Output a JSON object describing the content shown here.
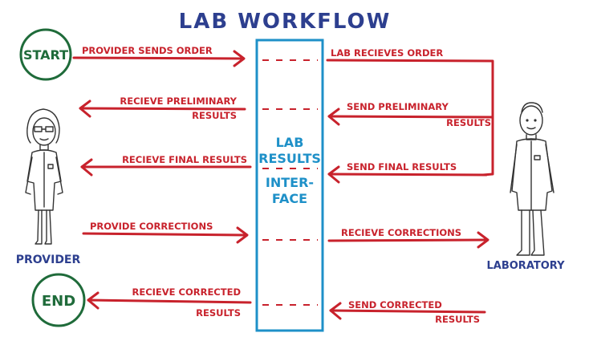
{
  "title": "LAB WORKFLOW",
  "start_label": "START",
  "end_label": "END",
  "interface": {
    "line1": "LAB",
    "line2": "RESULTS",
    "line3": "INTER-",
    "line4": "FACE"
  },
  "left_steps": [
    {
      "line1": "PROVIDER SENDS ORDER",
      "line2": ""
    },
    {
      "line1": "RECIEVE PRELIMINARY",
      "line2": "RESULTS"
    },
    {
      "line1": "RECIEVE FINAL RESULTS",
      "line2": ""
    },
    {
      "line1": "PROVIDE CORRECTIONS",
      "line2": ""
    },
    {
      "line1": "RECIEVE CORRECTED",
      "line2": "RESULTS"
    }
  ],
  "right_steps": [
    {
      "line1": "LAB RECIEVES ORDER",
      "line2": ""
    },
    {
      "line1": "SEND PRELIMINARY",
      "line2": "RESULTS"
    },
    {
      "line1": "SEND FINAL RESULTS",
      "line2": ""
    },
    {
      "line1": "RECIEVE CORRECTIONS",
      "line2": ""
    },
    {
      "line1": "SEND CORRECTED",
      "line2": "RESULTS"
    }
  ],
  "actors": {
    "provider": "PROVIDER",
    "laboratory": "LABORATORY"
  },
  "colors": {
    "title": "#2d3f8f",
    "arrows": "#c8222c",
    "interface_box": "#1e90c8",
    "terminals": "#1f6b3a"
  }
}
